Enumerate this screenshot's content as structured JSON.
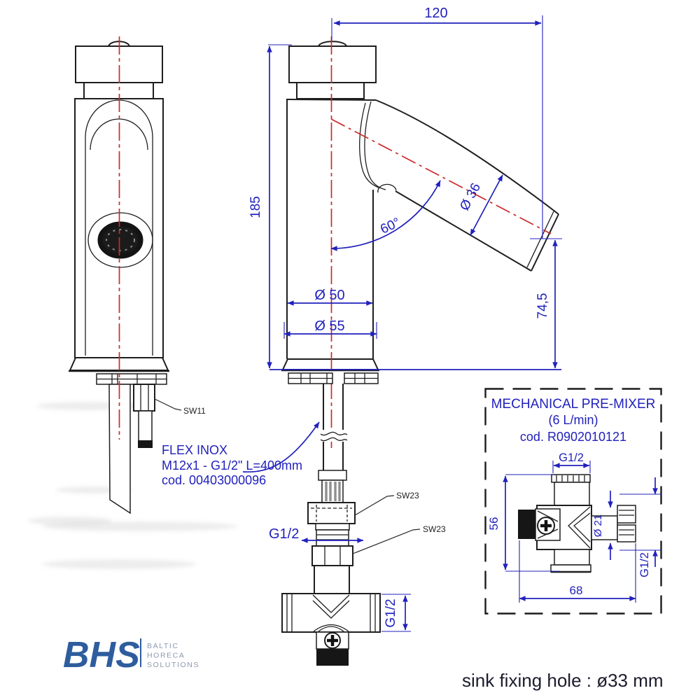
{
  "front_view": {
    "sw11_label": "SW11"
  },
  "side_view": {
    "dim_width": "120",
    "dim_height": "185",
    "dim_angle": "60°",
    "dim_spout_dia": "Ø 36",
    "dim_body_dia": "Ø 50",
    "dim_base_dia": "Ø 55",
    "dim_spout_height": "74,5",
    "flex_note_line1": "FLEX INOX",
    "flex_note_line2": "M12x1 - G1/2\" L=400mm",
    "flex_note_line3": "cod. 00403000096",
    "sw23_upper_label": "SW23",
    "sw23_lower_label": "SW23",
    "dim_inlet_thread": "G1/2",
    "dim_outlet_thread": "G1/2"
  },
  "premixer_box": {
    "title": "MECHANICAL PRE-MIXER",
    "flow_rate": "(6 L/min)",
    "code": "cod. R0902010121",
    "dim_top_thread": "G1/2",
    "dim_height": "56",
    "dim_body_dia": "Ø 21",
    "dim_right_thread": "G1/2",
    "dim_width": "68"
  },
  "logo": {
    "abbr": "BHS",
    "line1": "BALTIC",
    "line2": "HORECA",
    "line3": "SOLUTIONS"
  },
  "footer": {
    "note": "sink fixing hole : ø33 mm"
  },
  "colors": {
    "dimension_blue": "#2121bd",
    "centerline_red": "#cc2a2a",
    "line_black": "#1e1e1e",
    "logo_blue": "#2e5d9e",
    "logo_gray": "#8a9aae",
    "footer_text": "#1c1c2e"
  }
}
